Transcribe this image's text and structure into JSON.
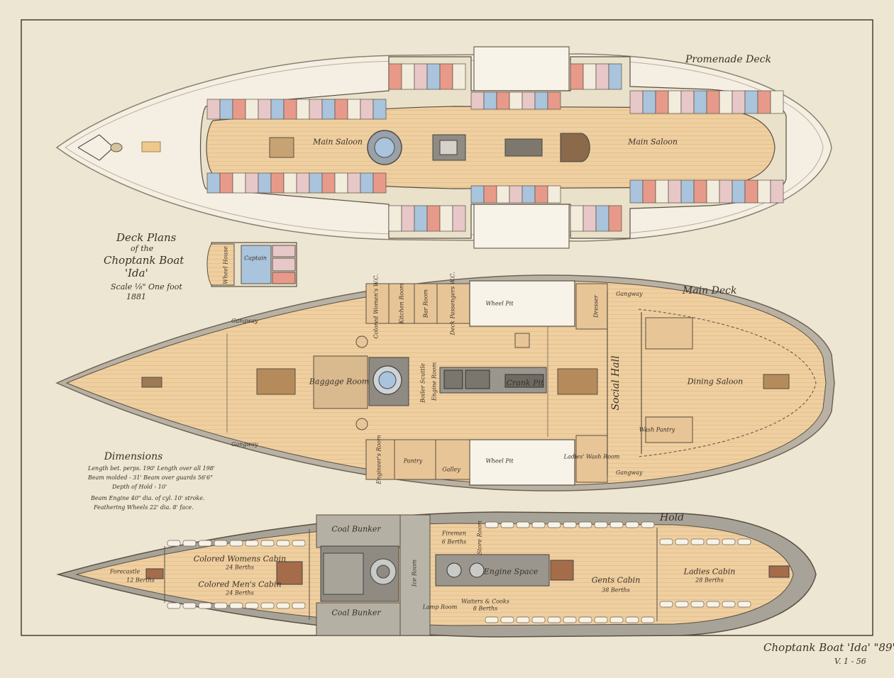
{
  "title": {
    "line1": "Deck Plans",
    "line2": "of the",
    "line3": "Choptank Boat",
    "line4": "'Ida'",
    "scale": "Scale ⅛\" One foot",
    "year": "1881"
  },
  "decks": {
    "promenade": {
      "name": "Promenade Deck",
      "rooms": {
        "main_saloon_fwd": "Main Saloon",
        "main_saloon_aft": "Main Saloon",
        "captain": "Captain",
        "wheel_house": "Wheel House"
      }
    },
    "main": {
      "name": "Main Deck",
      "rooms": {
        "colored_womens_wc": "Colored Women's W.C.",
        "kitchen": "Kitchen Room",
        "bar_room": "Bar Room",
        "deck_passengers_wc": "Deck Passengers W.C.",
        "wheel_pit_top": "Wheel Pit",
        "wheel_pit_bottom": "Wheel Pit",
        "dresser": "Dresser",
        "baggage_room": "Baggage Room",
        "boiler_scuttle": "Boiler Scuttle",
        "engine_room": "Engine Room",
        "crank_pit": "Crank Pit",
        "social_hall": "Social Hall",
        "dining_saloon": "Dining Saloon",
        "engineers_room": "Engineer's Room",
        "pantry": "Pantry",
        "galley": "Galley",
        "ladies_wc": "Ladies' Wash Room",
        "gangway_1": "Gangway",
        "gangway_2": "Gangway",
        "gangway_3": "Gangway",
        "gangway_4": "Gangway",
        "wash_pantry": "Wash Pantry"
      }
    },
    "hold": {
      "name": "Hold",
      "rooms": {
        "forecastle": "Forecastle",
        "forecastle_berths": "12 Berths",
        "colored_womens_cabin": "Colored Womens Cabin",
        "colored_womens_berths": "24 Berths",
        "colored_mens_cabin": "Colored Men's Cabin",
        "colored_mens_berths": "24 Berths",
        "coal_bunker_top": "Coal Bunker",
        "coal_bunker_bottom": "Coal Bunker",
        "ice_room": "Ice Room",
        "lamp_room": "Lamp Room",
        "firemen": "Firemen",
        "firemen_berths": "6 Berths",
        "store_room": "Store Room",
        "engine_space": "Engine Space",
        "waiters_cooks": "Waiters & Cooks",
        "waiters_cooks_berths": "8 Berths",
        "gents_cabin": "Gents Cabin",
        "gents_berths": "38 Berths",
        "ladies_cabin": "Ladies Cabin",
        "ladies_berths": "28 Berths"
      }
    }
  },
  "dimensions": {
    "heading": "Dimensions",
    "lines": [
      "Length bet. perps. 190'  Length over all 198'",
      "Beam molded - 31'  Beam over guards 56'6\"",
      "Depth of Hold - 10'",
      "Beam Engine 40\" dia. of cyl. 10' stroke.",
      "Feathering Wheels 22' dia. 8' face."
    ]
  },
  "signature": {
    "text": "Choptank Boat 'Ida' \"89\"",
    "ref": "V. 1 - 56"
  },
  "colors": {
    "paper": "#ede6d2",
    "deck_wood": "#efcfa0",
    "hull_grey": "#c9c4b8",
    "stateroom_red": "#e89a8a",
    "stateroom_blue": "#a9c4dc",
    "stateroom_pink": "#e7c7c7",
    "ink": "#3a3026"
  }
}
